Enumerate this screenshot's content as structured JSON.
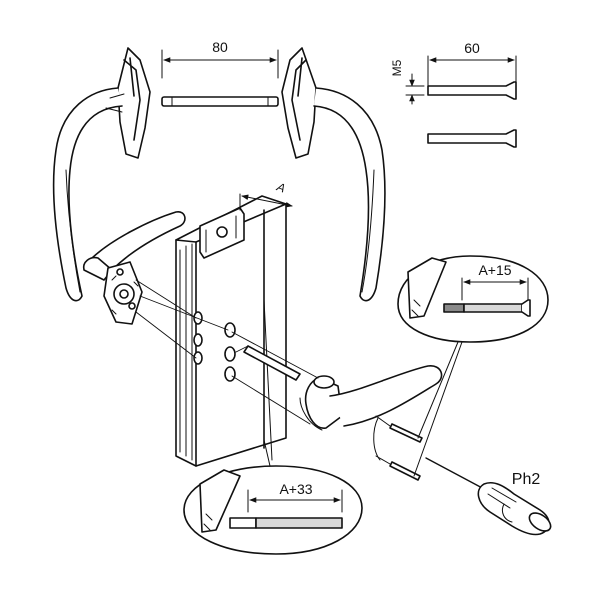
{
  "dimensions": {
    "spindle_length": "80",
    "screw_length": "60",
    "screw_thread": "M5",
    "profile_depth": "A",
    "screw_length_cut": "A+15",
    "spindle_length_cut": "A+33"
  },
  "tool": {
    "label": "Ph2",
    "icon": "phillips-screwdriver-icon"
  },
  "colors": {
    "line": "#111111",
    "fill_light": "#ffffff",
    "fill_grey": "#d9d9d9",
    "fill_dark": "#8a8a8a"
  }
}
